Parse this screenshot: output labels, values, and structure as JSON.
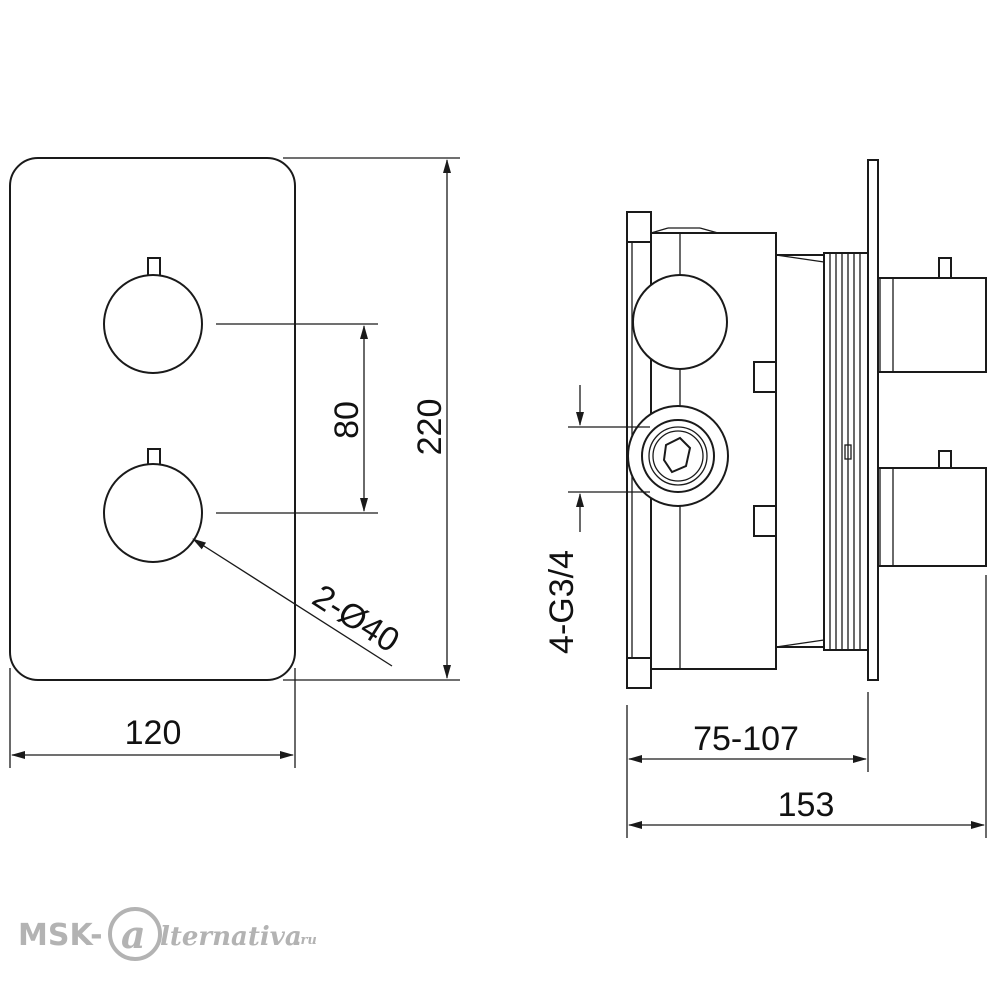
{
  "dimensions": {
    "width_front": "120",
    "height_front": "220",
    "handle_spacing": "80",
    "handle_diameter": "2-Ø40",
    "connection_thread": "4-G3/4",
    "depth_range": "75-107",
    "total_depth": "153"
  },
  "watermark": {
    "prefix": "MSK-",
    "suffix": "lternativa",
    "domain": ".ru"
  }
}
